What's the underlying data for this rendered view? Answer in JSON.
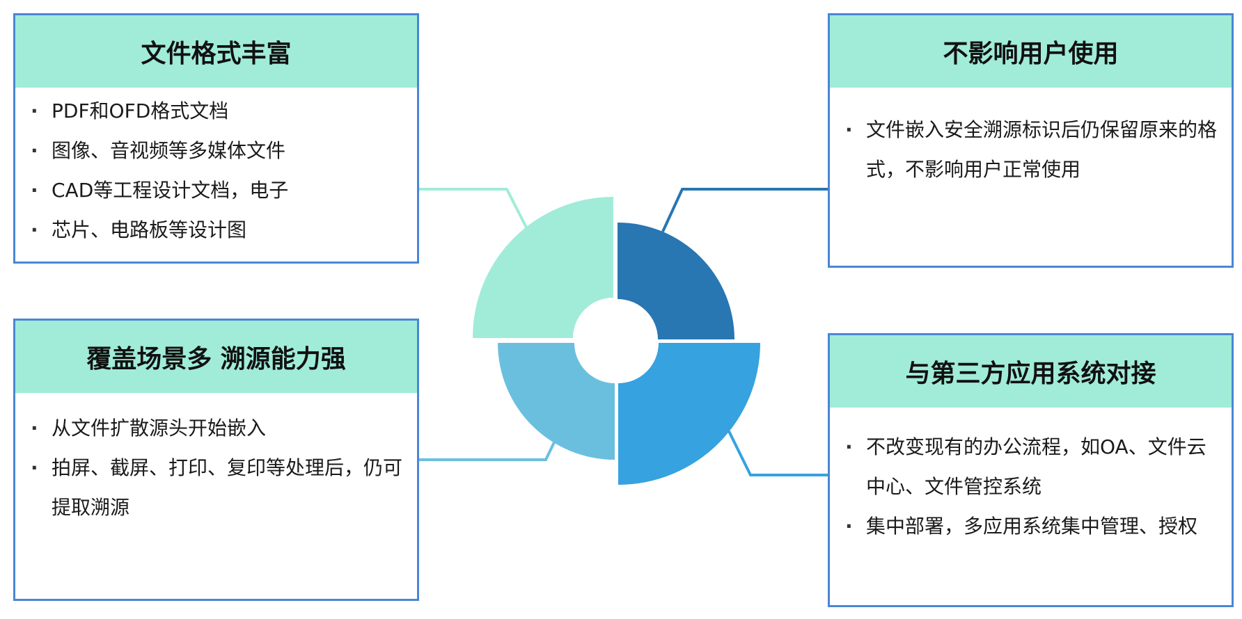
{
  "colors": {
    "border": "#4a86d4",
    "header_bg": "#a0ecd8",
    "segment_top_left": "#a0ecd8",
    "segment_top_right": "#2876b2",
    "segment_bottom_left": "#6abfdf",
    "segment_bottom_right": "#36a2df"
  },
  "cards": {
    "top_left": {
      "title": "文件格式丰富",
      "items": [
        "PDF和OFD格式文档",
        "图像、音视频等多媒体文件",
        "CAD等工程设计文档，电子",
        "芯片、电路板等设计图"
      ]
    },
    "bottom_left": {
      "title": "覆盖场景多 溯源能力强",
      "items": [
        "从文件扩散源头开始嵌入",
        "拍屏、截屏、打印、复印等处理后，仍可提取溯源"
      ]
    },
    "top_right": {
      "title": "不影响用户使用",
      "items": [
        "文件嵌入安全溯源标识后仍保留原来的格式，不影响用户正常使用"
      ]
    },
    "bottom_right": {
      "title": "与第三方应用系统对接",
      "items": [
        "不改变现有的办公流程，如OA、文件云中心、文件管控系统",
        "集中部署，多应用系统集中管理、授权"
      ]
    }
  }
}
